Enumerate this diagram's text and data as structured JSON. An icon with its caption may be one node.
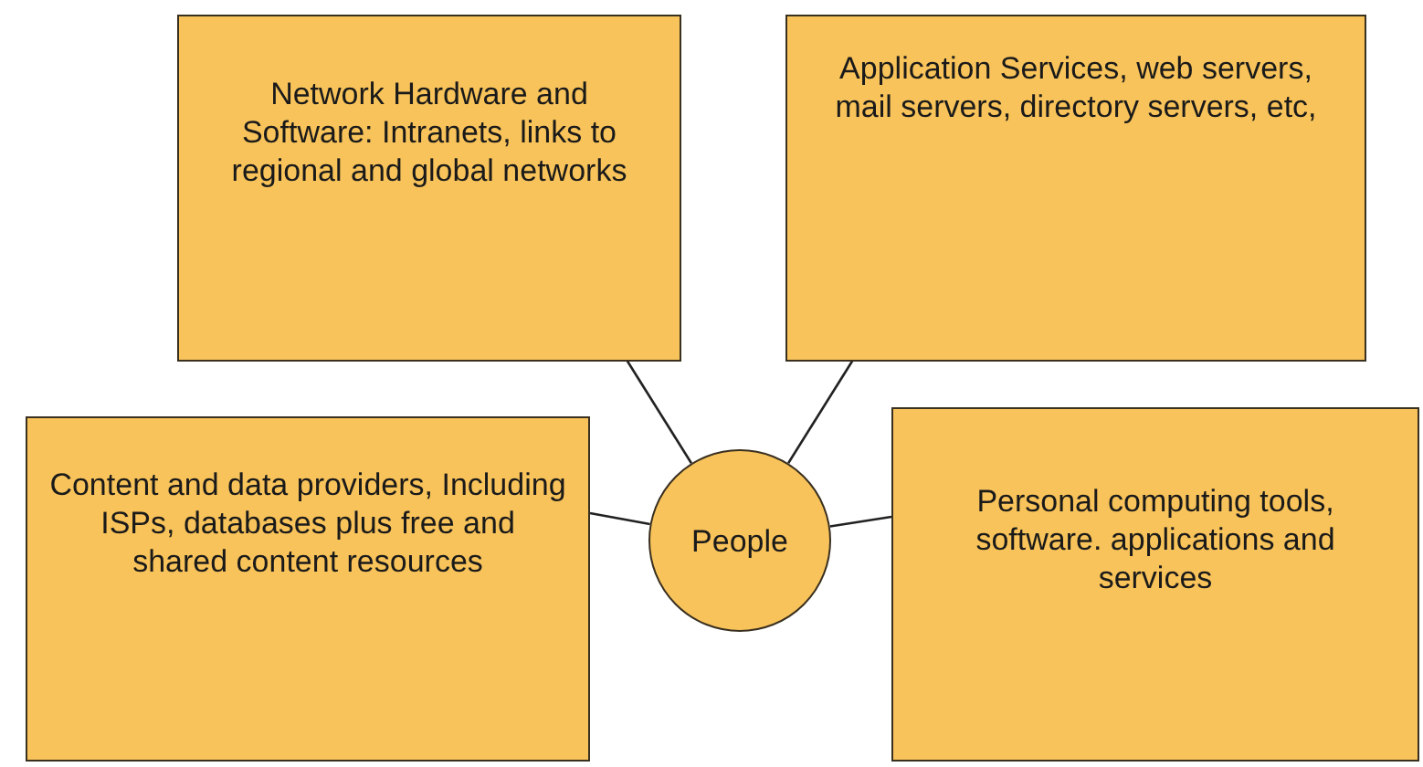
{
  "diagram": {
    "nodes": [
      {
        "text": [
          "Network Hardware and Software: Intranets, links to regional and global networks"
        ]
      },
      {
        "text": [
          "Application Services, web servers, mail servers, directory servers, etc,"
        ]
      },
      {
        "text": [
          "Content and data providers, Including ISPs, databases plus free and shared content resources"
        ]
      },
      {
        "text": [
          "People"
        ]
      },
      {
        "text": [
          "Personal computing tools, software. applications and services"
        ]
      }
    ],
    "edges": [
      {
        "from": 0,
        "to": 3,
        "arrow": "none"
      },
      {
        "from": 1,
        "to": 3,
        "arrow": "none"
      },
      {
        "from": 2,
        "to": 3,
        "arrow": "none"
      },
      {
        "from": 3,
        "to": 4,
        "arrow": "none"
      }
    ]
  }
}
